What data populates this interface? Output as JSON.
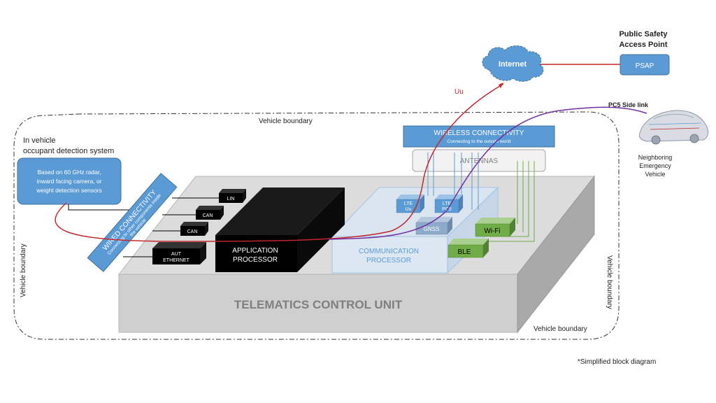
{
  "labels": {
    "vehicle_boundary_top": "Vehicle boundary",
    "vehicle_boundary_left": "Vehicle boundary",
    "vehicle_boundary_right": "Vehicle boundary",
    "vehicle_boundary_bottom": "Vehicle boundary",
    "in_vehicle_title_line1": "In vehicle",
    "in_vehicle_title_line2": "occupant detection system",
    "occupant_box_line1": "Based on 60 GHz radar,",
    "occupant_box_line2": "inward  facing camera, or",
    "occupant_box_line3": "weight detection sensors",
    "wired_title": "WIRED CONNECTIVITY",
    "wired_sub_line1": "Connecting to other components inside",
    "wired_sub_line2": "the vehicle",
    "lin": "LIN",
    "can1": "CAN",
    "can2": "CAN",
    "aut_line1": "AUT",
    "aut_line2": "ETHERNET",
    "app_proc_line1": "APPLICATION",
    "app_proc_line2": "PROCESSOR",
    "comm_proc_line1": "COMMUNICATION",
    "comm_proc_line2": "PROCESSOR",
    "lte_uu_line1": "LTE",
    "lte_uu_line2": "Uu",
    "lte_pc5_line1": "LTE",
    "lte_pc5_line2": "PC5",
    "gnss": "GNSS",
    "wifi": "Wi-Fi",
    "ble": "BLE",
    "tcu": "TELEMATICS CONTROL UNIT",
    "wireless_title": "WIRELESS CONNECTIVITY",
    "wireless_sub": "Connecting to the outside world",
    "antennas": "ANTENNAS",
    "internet": "Internet",
    "uu": "Uu",
    "psap_title_line1": "Public Safety",
    "psap_title_line2": "Access Point",
    "psap": "PSAP",
    "pc5_sidelink": "PC5 Side link",
    "neighbor_line1": "Neighboring",
    "neighbor_line2": "Emergency",
    "neighbor_line3": "Vehicle",
    "footnote": "*Simplified block diagram"
  },
  "colors": {
    "blue_box": "#5b9bd5",
    "red_link": "#c0282d",
    "purple_link": "#7030a0",
    "green_module": "#70ad47",
    "tcu_gray": "#d9d9d9",
    "black_chip": "#000000"
  }
}
